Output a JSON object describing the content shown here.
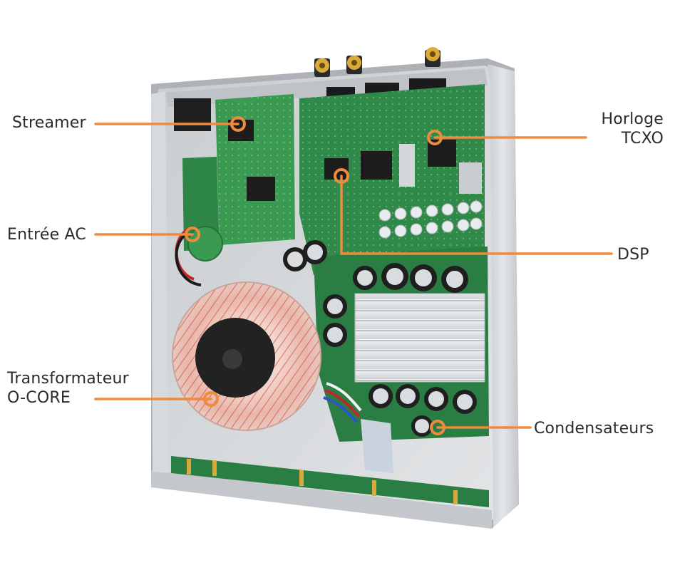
{
  "image": {
    "subject": "amplifier-internals",
    "colors": {
      "accent": "#f08a3c",
      "pcb": "#2f8a4a",
      "pcb_dark": "#1f6b36",
      "chassis": "#d9dcdf",
      "chassis_dark": "#b7bbbf",
      "heatsink": "#e7e9ec",
      "toroid_red": "#d9544a",
      "toroid_core": "#222222",
      "gold": "#d9a93a",
      "text": "#2b2b2b"
    }
  },
  "callouts": [
    {
      "id": "streamer",
      "lines": [
        "Streamer"
      ]
    },
    {
      "id": "entree-ac",
      "lines": [
        "Entrée AC"
      ]
    },
    {
      "id": "transformateur",
      "lines": [
        "Transformateur",
        "O-CORE"
      ]
    },
    {
      "id": "horloge",
      "lines": [
        "Horloge",
        "TCXO"
      ]
    },
    {
      "id": "dsp",
      "lines": [
        "DSP"
      ]
    },
    {
      "id": "condensateurs",
      "lines": [
        "Condensateurs"
      ]
    }
  ]
}
